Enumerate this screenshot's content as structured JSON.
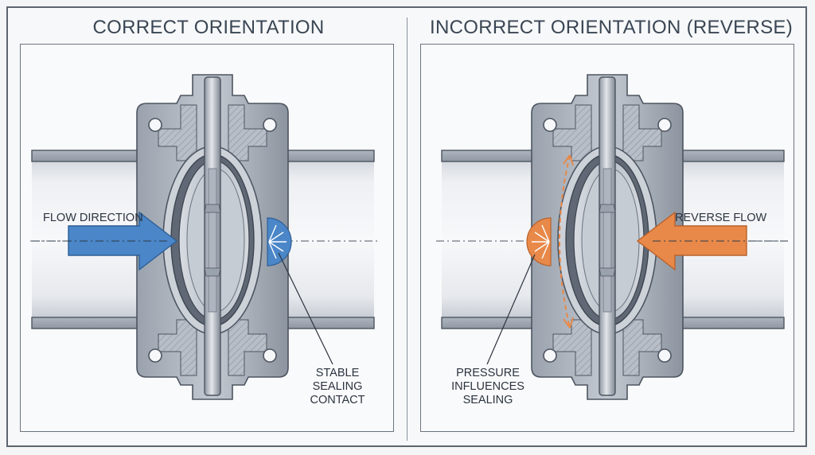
{
  "left_panel": {
    "title": "CORRECT ORIENTATION",
    "flow_label": "FLOW DIRECTION",
    "callout_label": [
      "STABLE",
      "SEALING",
      "CONTACT"
    ],
    "arrow_color": "#4a86c8",
    "seal_color": "#4a86c8"
  },
  "right_panel": {
    "title": "INCORRECT ORIENTATION (REVERSE)",
    "flow_label": "REVERSE FLOW",
    "callout_label": [
      "PRESSURE",
      "INFLUENCES",
      "SEALING"
    ],
    "arrow_color": "#e8894a",
    "seal_color": "#e8894a"
  }
}
